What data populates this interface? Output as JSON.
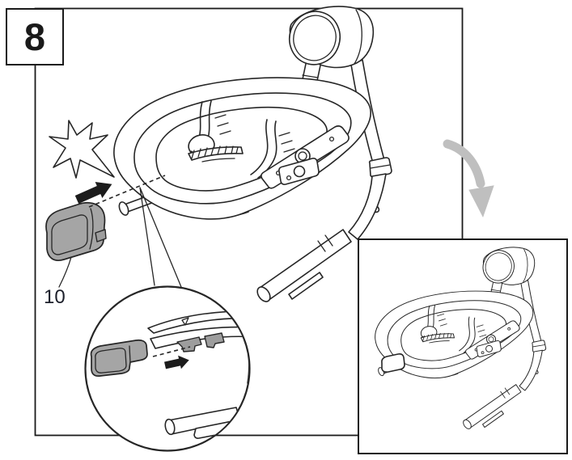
{
  "figure": {
    "step_label": "8",
    "part_label": "10"
  },
  "colors": {
    "background": "#ffffff",
    "line_art": "#262626",
    "frame_border": "#1a1a1a",
    "part_gray_fill": "#a5a5a5",
    "receptacle_gray_fill": "#9d9d9d",
    "black_arrow": "#1c1c1c",
    "gray_arrow": "#bfbfbf",
    "label_text": "#1c1f2a"
  },
  "icons": {
    "starburst": "click-starburst-icon",
    "insert_arrow": "insert-arrow-icon",
    "detail_insert_arrow": "insert-arrow-icon",
    "curved_arrow": "gray-curved-arrow-icon",
    "magnifier": "detail-magnifier-circle"
  }
}
